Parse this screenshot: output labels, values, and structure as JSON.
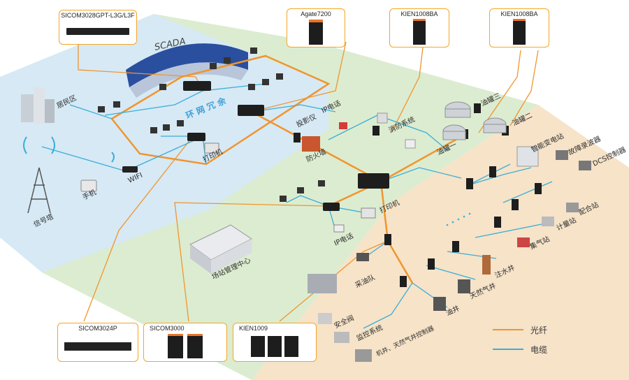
{
  "products": {
    "sicom3028": "SICOM3028GPT-L3G/L3F",
    "agate": "Agate7200",
    "kien1008a": "KIEN1008BA",
    "kien1008b": "KIEN1008BA",
    "sicom3024": "SICOM3024P",
    "sicom3000": "SICOM3000",
    "kien1009": "KIEN1009"
  },
  "labels": {
    "scada": "SCADA",
    "ring": "环 网 冗 余",
    "residential": "居民区",
    "tower": "信号塔",
    "wifi": "WIFI",
    "phone": "手机",
    "printer1": "打印机",
    "projector": "投影仪",
    "ipphone1": "IP电话",
    "firewall": "防火墙",
    "fire": "消防系统",
    "tank1": "油罐一",
    "tank2": "油罐二",
    "tank3": "油罐三",
    "mgmt": "场站管理中心",
    "printer2": "打印机",
    "ipphone2": "IP电话",
    "pump": "采油队",
    "safety": "安全阀",
    "monitor": "监控系统",
    "wellctl": "机井、天然气井控制器",
    "substation": "智能变电站",
    "fault": "故障录波器",
    "dcs": "DCS控制器",
    "metering": "计量站",
    "gather": "集气站",
    "distrib": "配合站",
    "water": "注水井",
    "gaswell": "天然气井",
    "oilwell": "油井"
  },
  "legend": {
    "fiber": "光纤",
    "cable": "电缆"
  },
  "colors": {
    "fiber": "#f0952e",
    "cable": "#3aaed8",
    "zone_blue": "#d6e9f5",
    "zone_green": "#dcecd0",
    "zone_tan": "#f6e3c8",
    "caption_border": "#f5a623"
  }
}
